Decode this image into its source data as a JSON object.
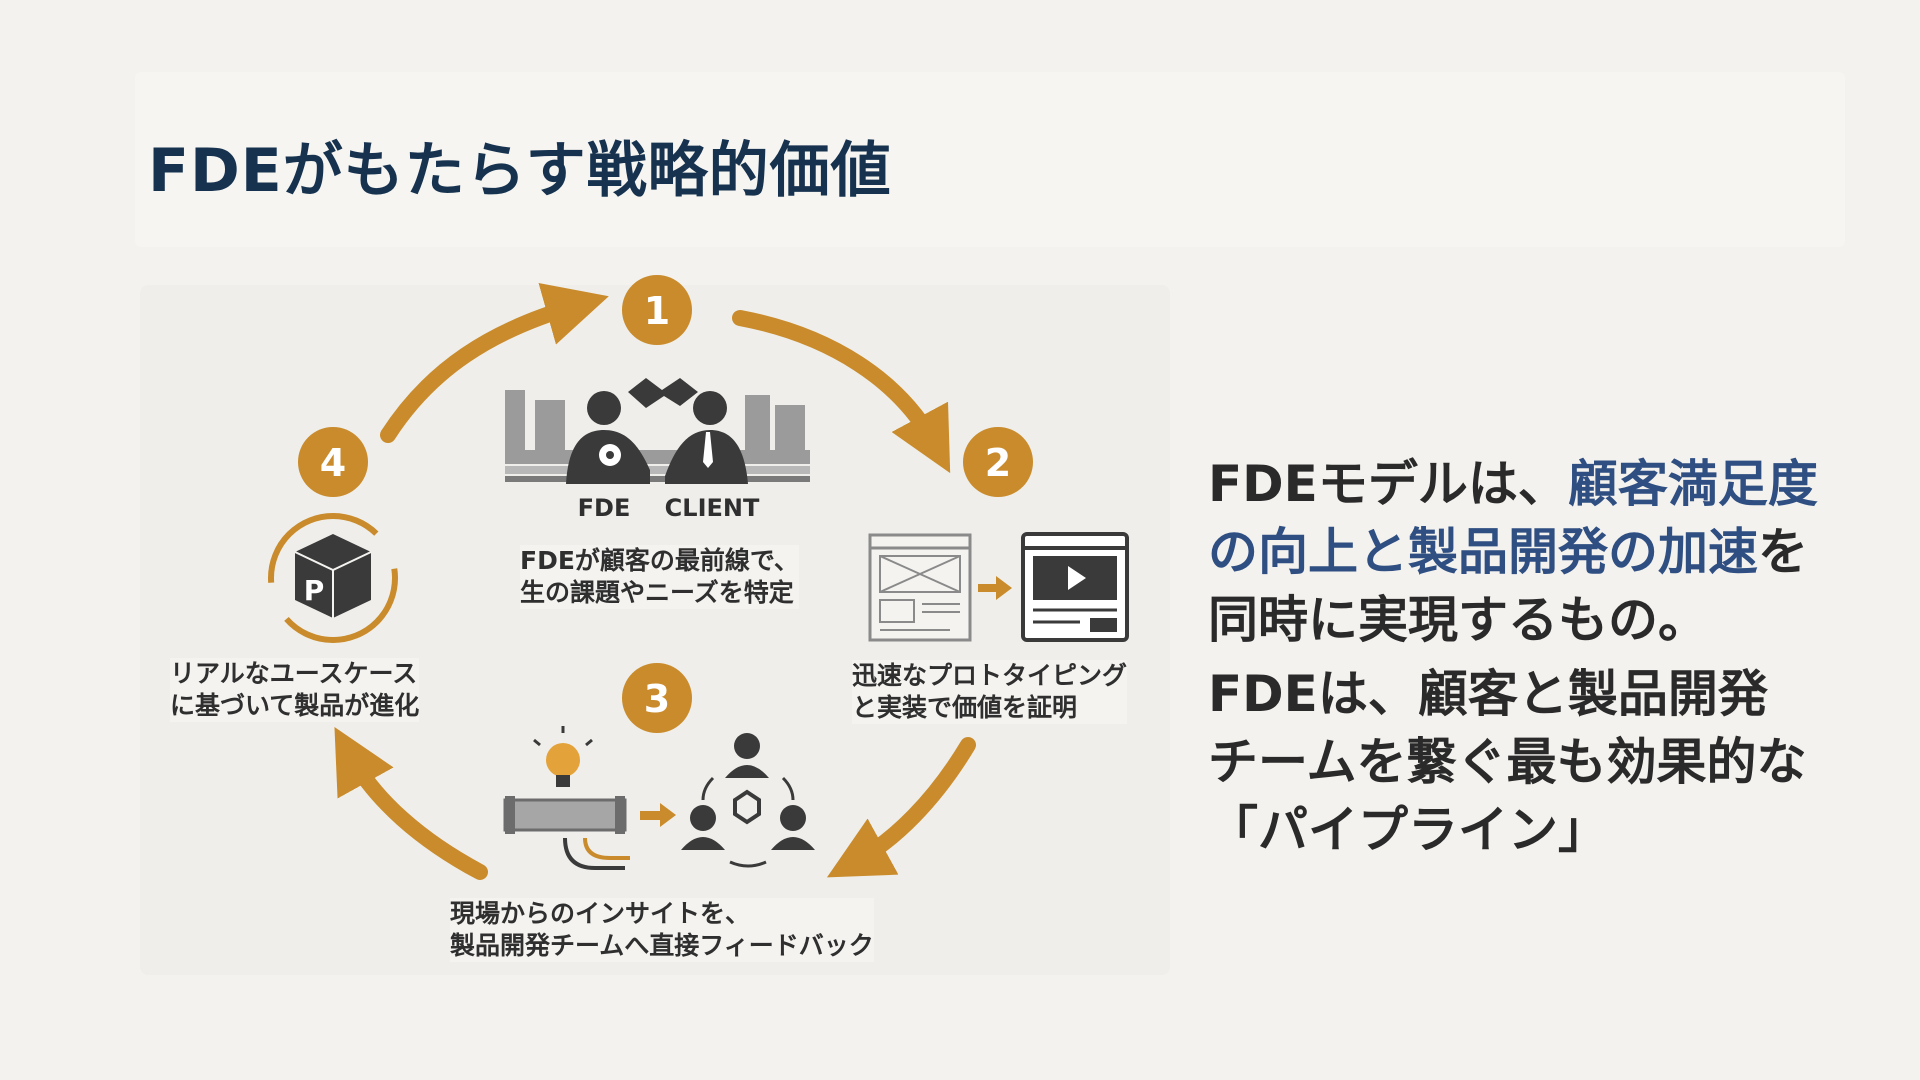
{
  "title": "FDEがもたらす戦略的価値",
  "diagram": {
    "steps": [
      {
        "num": "1",
        "line1": "FDEが顧客の最前線で、",
        "line2": "生の課題やニーズを特定"
      },
      {
        "num": "2",
        "line1": "迅速なプロトタイピング",
        "line2": "と実装で価値を証明"
      },
      {
        "num": "3",
        "line1": "現場からのインサイトを、",
        "line2": "製品開発チームへ直接フィードバック"
      },
      {
        "num": "4",
        "line1": "リアルなユースケース",
        "line2": "に基づいて製品が進化"
      }
    ],
    "labels": {
      "fde": "FDE",
      "client": "CLIENT",
      "box_letter": "P"
    },
    "icons": [
      "handshake-icon",
      "factory-icon",
      "gear-icon",
      "wireframe-icon",
      "video-player-icon",
      "lightbulb-icon",
      "pipeline-icon",
      "team-cycle-icon",
      "product-box-icon"
    ],
    "colors": {
      "accent": "#c98b2b",
      "icon": "#3a3a3a",
      "gray": "#8a8a8a"
    }
  },
  "summary": {
    "p1": {
      "a": "FDEモデルは、",
      "b": "顧客満足度",
      "c": "の向上と製品開発の加速",
      "d": "を",
      "e": "同時に実現するもの。"
    },
    "p2": {
      "a": "FDEは、顧客と製品開発",
      "b": "チームを繋ぐ最も効果的な",
      "c": "「パイプライン」"
    }
  },
  "colors": {
    "title": "#16324f",
    "highlight": "#2f4f82",
    "background": "#f4f2ee"
  }
}
